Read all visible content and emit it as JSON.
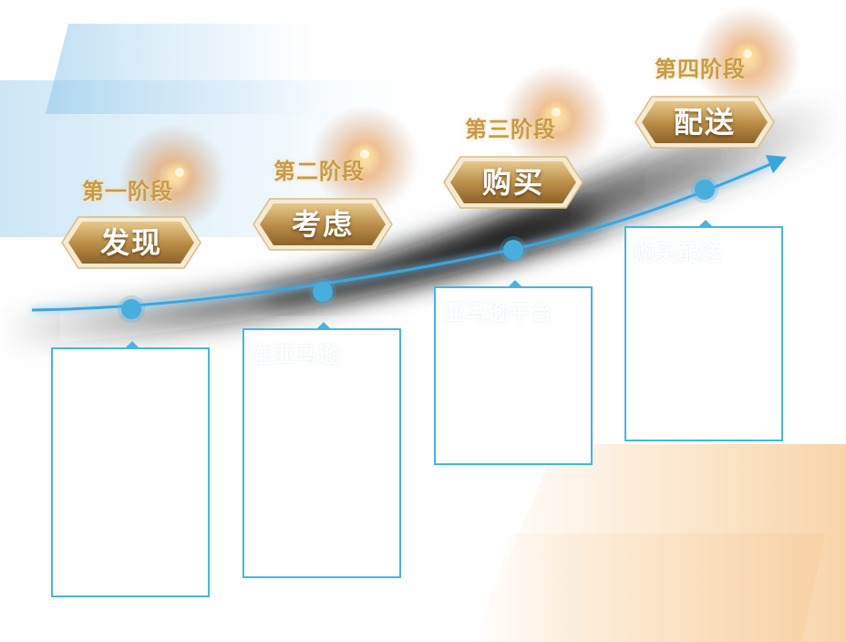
{
  "stages": [
    {
      "label": "第一阶段",
      "title": "发现",
      "card_text": ""
    },
    {
      "label": "第二阶段",
      "title": "考虑",
      "card_text": "在亚马逊"
    },
    {
      "label": "第三阶段",
      "title": "购买",
      "card_text": "亚马逊平台"
    },
    {
      "label": "第四阶段",
      "title": "配送",
      "card_text": "购买配送"
    }
  ],
  "colors": {
    "accent_blue": "#45b4e5",
    "gold_dark": "#9c7232",
    "gold_light": "#e6c88a",
    "orange_bg": "#f8d7b0",
    "blue_bg": "#a9d3ec"
  }
}
